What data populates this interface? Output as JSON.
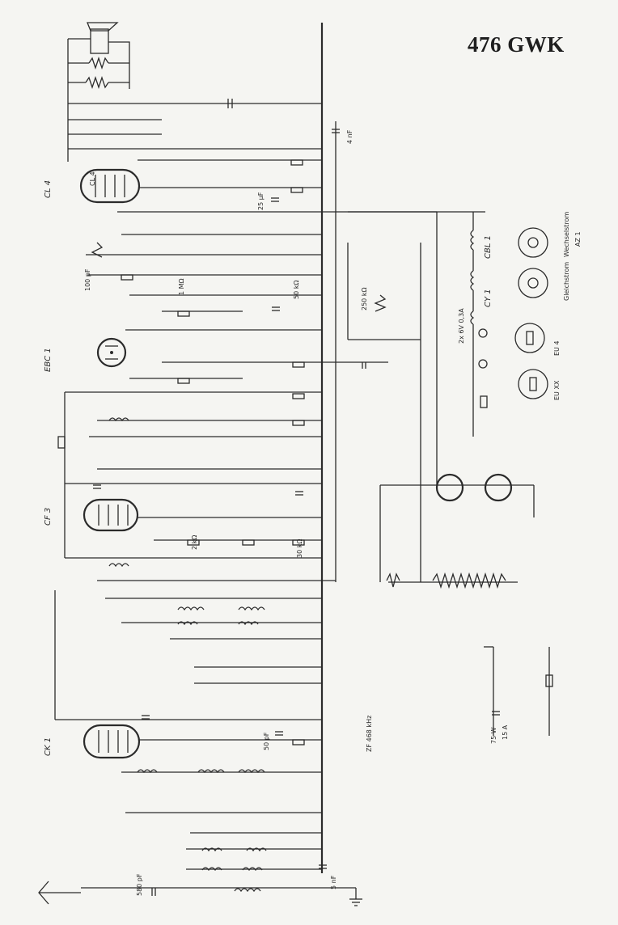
{
  "title": "476 GWK",
  "tubes": [
    {
      "id": "CL4",
      "label": "CL 4"
    },
    {
      "id": "EBC1",
      "label": "EBC 1"
    },
    {
      "id": "CF3",
      "label": "CF 3"
    },
    {
      "id": "CK1",
      "label": "CK 1"
    },
    {
      "id": "CBL1",
      "label": "CBL 1"
    },
    {
      "id": "CY1",
      "label": "CY 1"
    }
  ],
  "annotations": {
    "zf": "ZF 468 kHz",
    "c_5nf": "5 nF",
    "c_580pf": "580 pF",
    "c_4nf": "4 nF",
    "c_25uf": "25 µF",
    "r_1m": "1 MΩ",
    "r_250k": "250 kΩ",
    "r_50": "50 kΩ",
    "r_2k": "2 kΩ",
    "r_30": "30 kΩ",
    "c_100": "100 pF",
    "c_50": "50 pF",
    "lamps": "2x 6V 0,3A",
    "tube_cl4": "CL 4",
    "pins_label_1": "EU 4",
    "pins_label_2": "EU XX",
    "pins_label_3": "AZ 1",
    "ac": "Wechselstrom",
    "dc": "Gleichstrom",
    "va_lbl": "75 W",
    "va_lbl2": "15 A"
  }
}
